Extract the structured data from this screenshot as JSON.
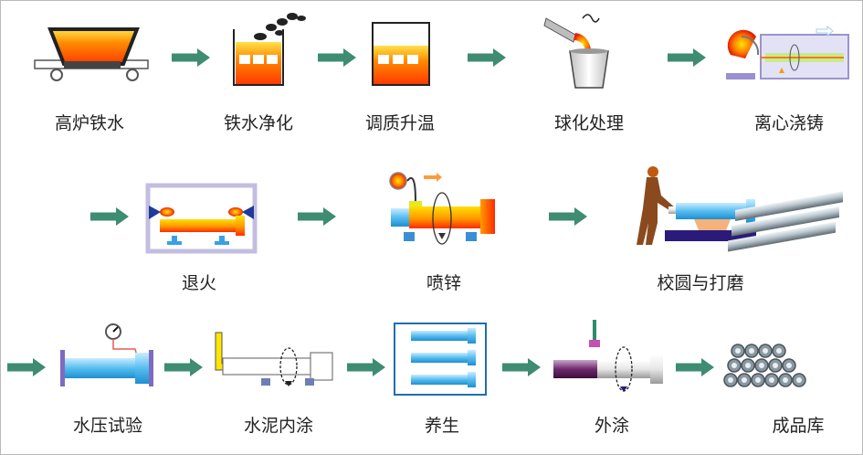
{
  "steps": [
    {
      "id": "blast-furnace-iron",
      "label": "高炉铁水"
    },
    {
      "id": "iron-purification",
      "label": "铁水净化"
    },
    {
      "id": "conditioning-heating",
      "label": "调质升温"
    },
    {
      "id": "spheroidizing",
      "label": "球化处理"
    },
    {
      "id": "centrifugal-casting",
      "label": "离心浇铸"
    },
    {
      "id": "annealing",
      "label": "退火"
    },
    {
      "id": "zinc-spraying",
      "label": "喷锌"
    },
    {
      "id": "calibration-grinding",
      "label": "校圆与打磨"
    },
    {
      "id": "hydrostatic-test",
      "label": "水压试验"
    },
    {
      "id": "cement-lining",
      "label": "水泥内涂"
    },
    {
      "id": "curing",
      "label": "养生"
    },
    {
      "id": "external-coating",
      "label": "外涂"
    },
    {
      "id": "finished-product",
      "label": "成品库"
    }
  ],
  "colors": {
    "arrow": "#3e8c72",
    "steel": "#7fc9ec",
    "molten": "#ff5a00",
    "frame": "#b9b9b9"
  }
}
